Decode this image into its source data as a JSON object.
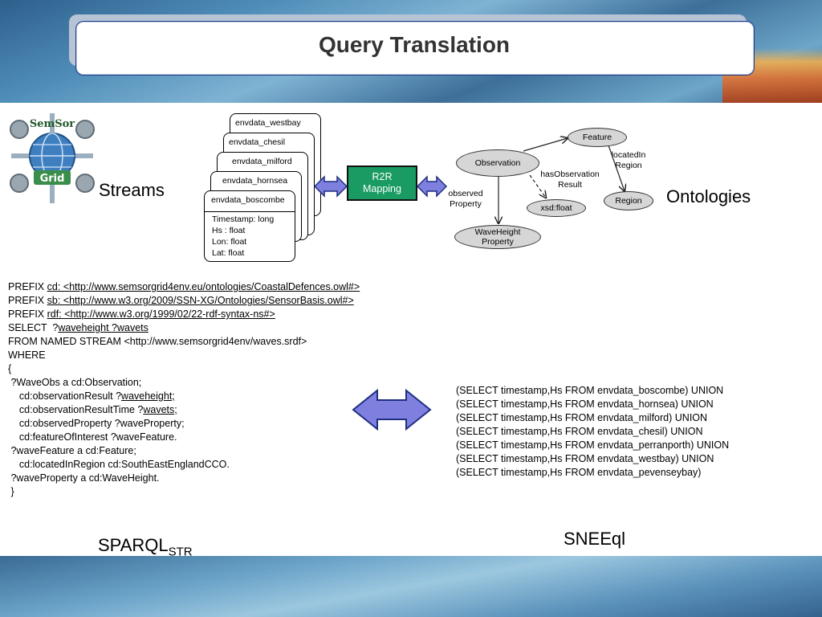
{
  "title": "Query Translation",
  "left_heading": "Streams",
  "right_heading": "Ontologies",
  "logo": {
    "icon": "semsorgrid-logo-icon",
    "text_top": "SemSor",
    "text_bottom": "Grid"
  },
  "streams": [
    "envdata_westbay",
    "envdata_chesil",
    "envdata_milford",
    "envdata_hornsea",
    "envdata_boscombe"
  ],
  "schema": [
    "Timestamp: long",
    "Hs : float",
    "Lon: float",
    "Lat: float"
  ],
  "mapping_label_1": "R2R",
  "mapping_label_2": "Mapping",
  "ontology": {
    "nodes": {
      "feature": "Feature",
      "observation": "Observation",
      "region": "Region",
      "xsd_float": "xsd:float",
      "waveheight_1": "WaveHeight",
      "waveheight_2": "Property"
    },
    "edges": {
      "located_1": "locatedIn",
      "located_2": "Region",
      "has_obs_1": "hasObservation",
      "has_obs_2": "Result",
      "observed_1": "observed",
      "observed_2": "Property"
    }
  },
  "sparql": {
    "prefix_kw": "PREFIX ",
    "prefix_cd": "cd: <http://www.semsorgrid4env.eu/ontologies/CoastalDefences.owl#>",
    "prefix_sb": "sb: <http://www.w3.org/2009/SSN-XG/Ontologies/SensorBasis.owl#>",
    "prefix_rdf": "rdf: <http://www.w3.org/1999/02/22-rdf-syntax-ns#>",
    "select_kw": "SELECT  ?",
    "select_vars": "waveheight ?wavets",
    "from": "FROM NAMED STREAM <http://www.semsorgrid4env/waves.srdf>",
    "where": "WHERE",
    "open": "{",
    "l1": " ?WaveObs a cd:Observation;",
    "l2a": "    cd:observationResult ?",
    "l2b": "waveheight;",
    "l3a": "    cd:observationResultTime ?",
    "l3b": "wavets;",
    "l4": "    cd:observedProperty ?waveProperty;",
    "l5": "    cd:featureOfInterest ?waveFeature.",
    "l6": " ?waveFeature a cd:Feature;",
    "l7": "    cd:locatedInRegion cd:SouthEastEnglandCCO.",
    "l8": " ?waveProperty a cd:WaveHeight.",
    "close": " }"
  },
  "sneeql_lines": [
    "(SELECT timestamp,Hs FROM envdata_boscombe) UNION",
    "(SELECT timestamp,Hs FROM envdata_hornsea) UNION",
    "(SELECT timestamp,Hs FROM envdata_milford) UNION",
    "(SELECT timestamp,Hs FROM envdata_chesil) UNION",
    "(SELECT timestamp,Hs FROM envdata_perranporth) UNION",
    "(SELECT timestamp,Hs FROM envdata_westbay) UNION",
    "(SELECT timestamp,Hs FROM envdata_pevenseybay)"
  ],
  "sparql_label": "SPARQL",
  "sparql_label_sub": "STR",
  "sneeql_label": "SNEEql",
  "colors": {
    "arrow_fill": "#7f7fe0",
    "mapping_fill": "#1a9b63",
    "node_fill": "#d6d6d6"
  }
}
